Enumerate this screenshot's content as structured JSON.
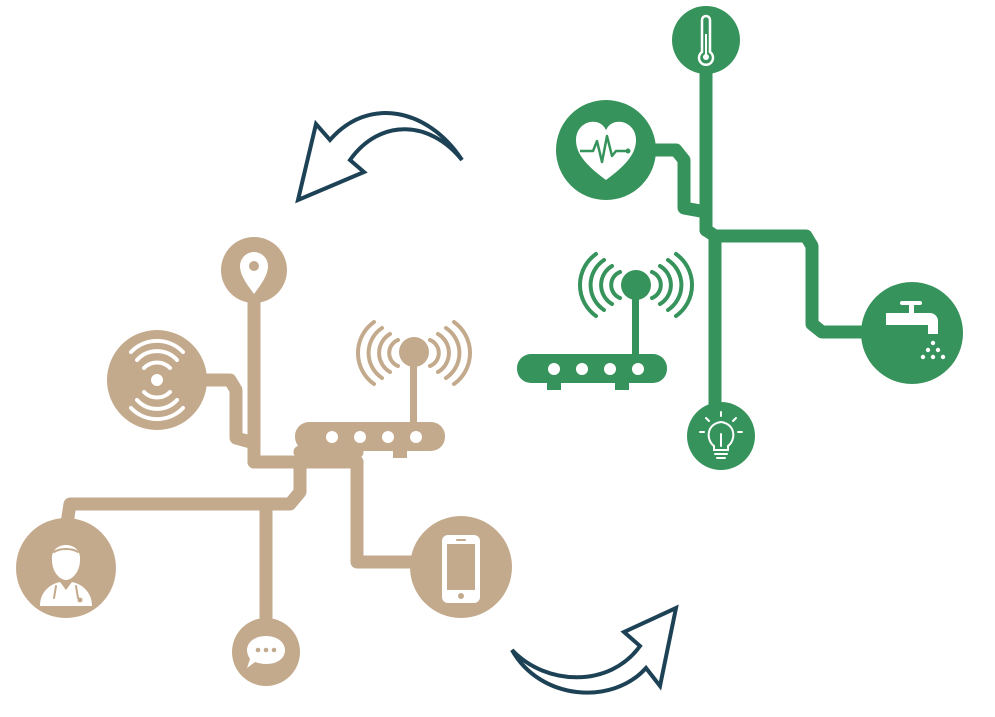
{
  "colors": {
    "background": "#ffffff",
    "tan": "#c4aa8c",
    "green": "#37935c",
    "arrow": "#1d4256",
    "icon_fill": "#ffffff"
  },
  "networks": [
    {
      "id": "tan-network",
      "color": "tan",
      "hub": "wifi-router-icon",
      "nodes": [
        "location-pin-icon",
        "wireless-signal-icon",
        "doctor-icon",
        "chat-bubble-icon",
        "smartphone-icon"
      ]
    },
    {
      "id": "green-network",
      "color": "green",
      "hub": "wifi-router-icon",
      "nodes": [
        "thermometer-icon",
        "heart-rate-icon",
        "water-tap-icon",
        "light-bulb-icon"
      ]
    }
  ],
  "arrows": [
    {
      "id": "arrow-to-tan",
      "icon": "curved-arrow-icon",
      "direction": "left"
    },
    {
      "id": "arrow-to-green",
      "icon": "curved-arrow-icon",
      "direction": "right"
    }
  ]
}
